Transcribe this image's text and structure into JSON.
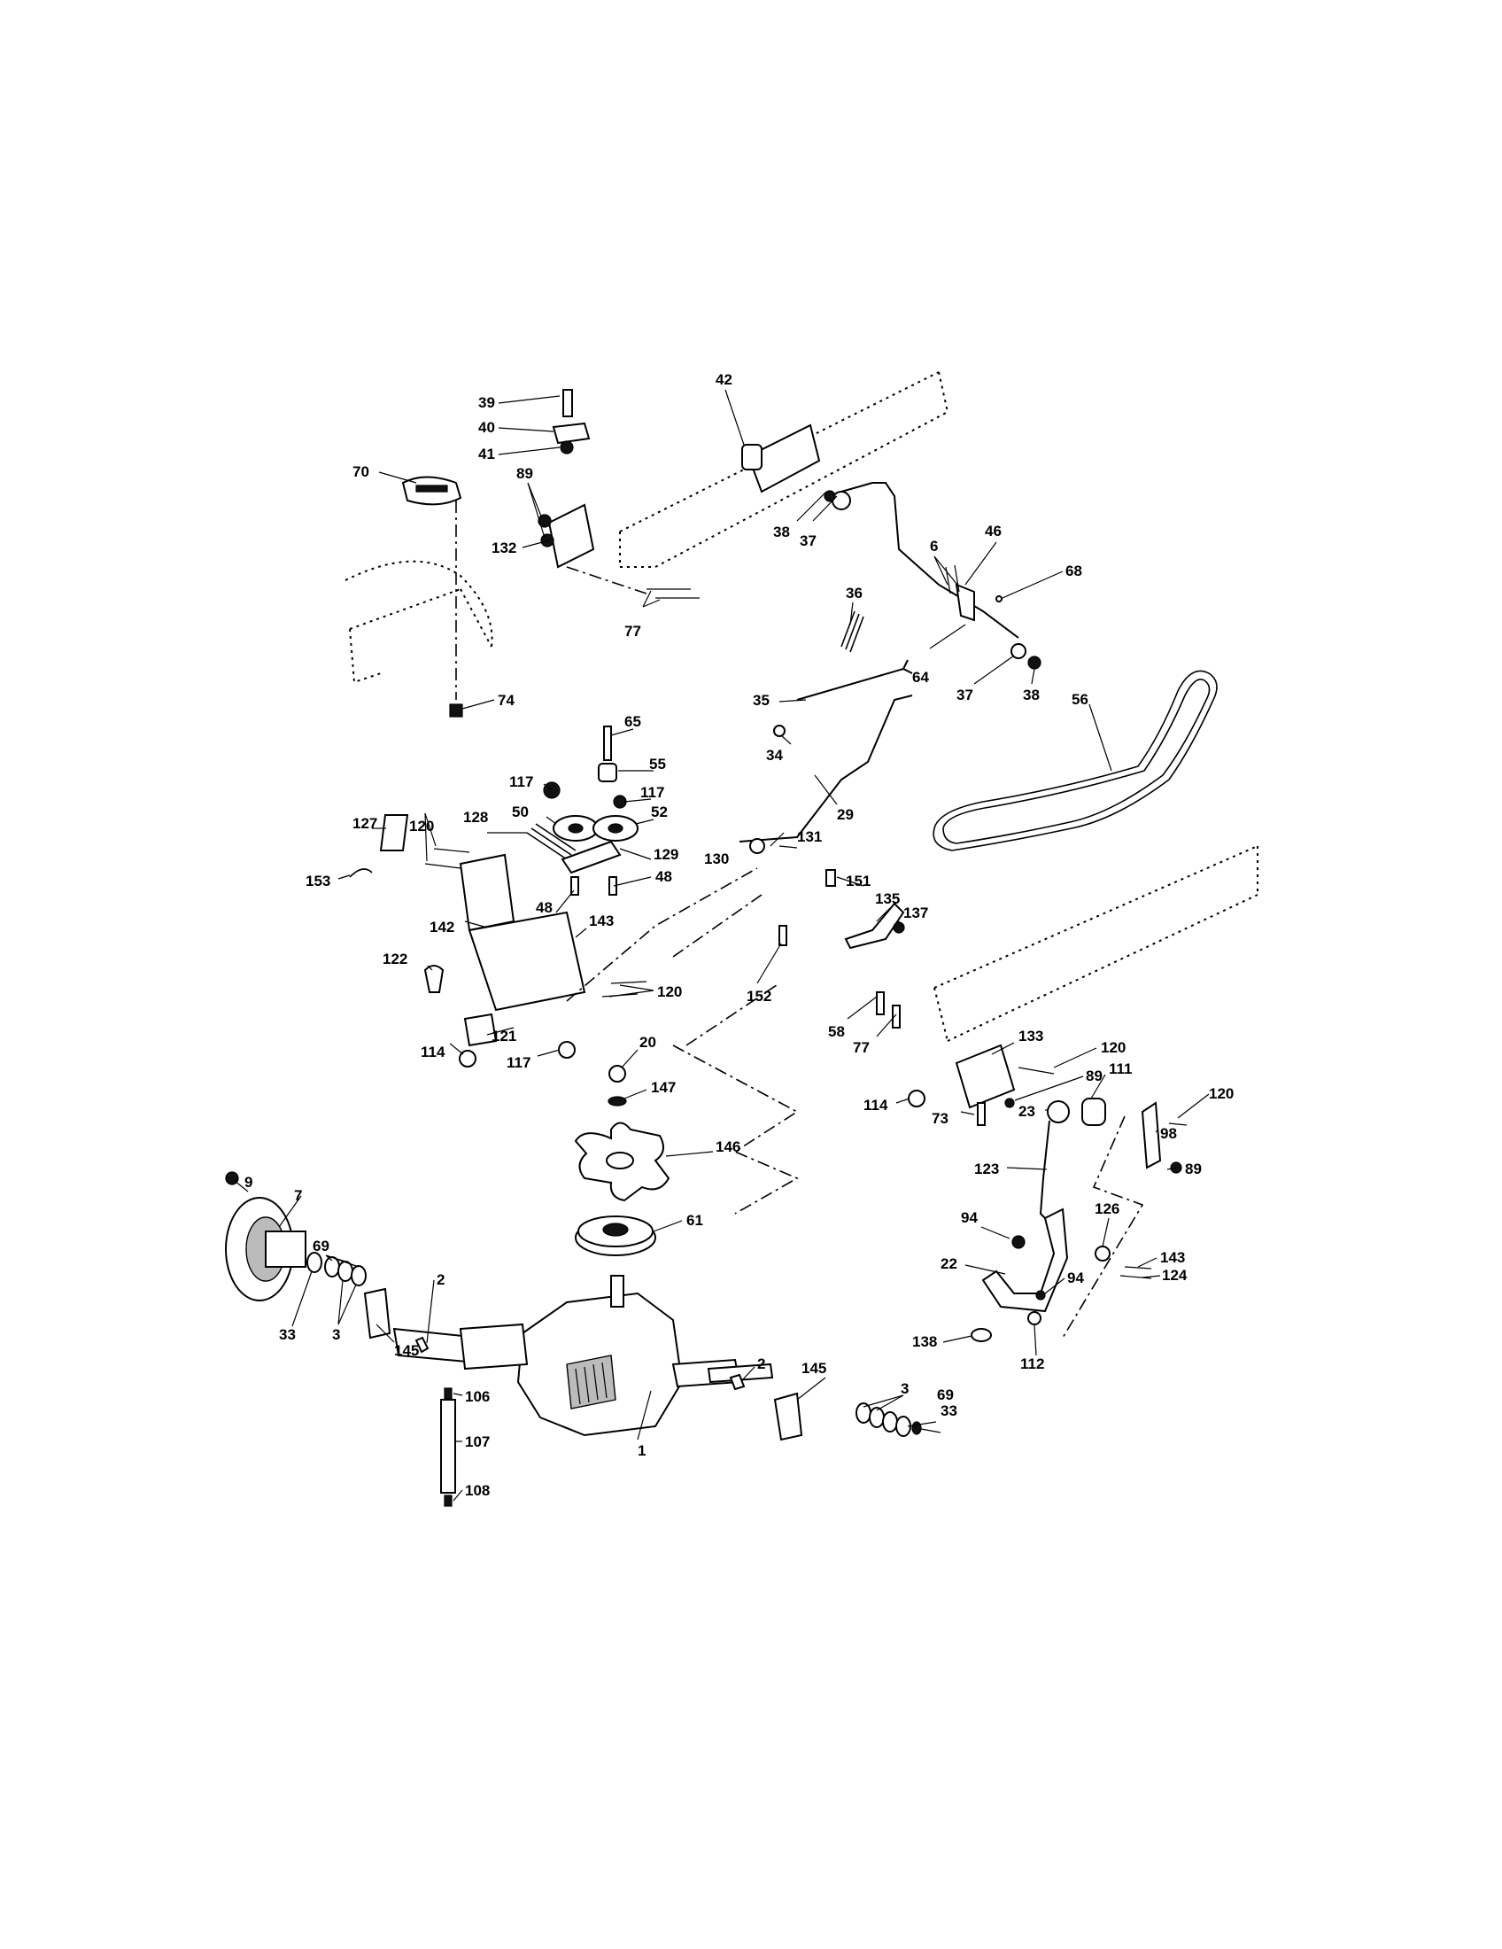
{
  "labels": [
    {
      "id": "39",
      "text": "39"
    },
    {
      "id": "40",
      "text": "40"
    },
    {
      "id": "41",
      "text": "41"
    },
    {
      "id": "42",
      "text": "42"
    },
    {
      "id": "70",
      "text": "70"
    },
    {
      "id": "89a",
      "text": "89"
    },
    {
      "id": "132",
      "text": "132"
    },
    {
      "id": "38a",
      "text": "38"
    },
    {
      "id": "37a",
      "text": "37"
    },
    {
      "id": "77a",
      "text": "77"
    },
    {
      "id": "6",
      "text": "6"
    },
    {
      "id": "46",
      "text": "46"
    },
    {
      "id": "68",
      "text": "68"
    },
    {
      "id": "36",
      "text": "36"
    },
    {
      "id": "64",
      "text": "64"
    },
    {
      "id": "37b",
      "text": "37"
    },
    {
      "id": "38b",
      "text": "38"
    },
    {
      "id": "74",
      "text": "74"
    },
    {
      "id": "35",
      "text": "35"
    },
    {
      "id": "56",
      "text": "56"
    },
    {
      "id": "65",
      "text": "65"
    },
    {
      "id": "34",
      "text": "34"
    },
    {
      "id": "55",
      "text": "55"
    },
    {
      "id": "117a",
      "text": "117"
    },
    {
      "id": "117b",
      "text": "117"
    },
    {
      "id": "50",
      "text": "50"
    },
    {
      "id": "52",
      "text": "52"
    },
    {
      "id": "29",
      "text": "29"
    },
    {
      "id": "127",
      "text": "127"
    },
    {
      "id": "120a",
      "text": "120"
    },
    {
      "id": "128",
      "text": "128"
    },
    {
      "id": "131",
      "text": "131"
    },
    {
      "id": "130",
      "text": "130"
    },
    {
      "id": "129",
      "text": "129"
    },
    {
      "id": "153",
      "text": "153"
    },
    {
      "id": "48a",
      "text": "48"
    },
    {
      "id": "48b",
      "text": "48"
    },
    {
      "id": "142",
      "text": "142"
    },
    {
      "id": "151",
      "text": "151"
    },
    {
      "id": "135",
      "text": "135"
    },
    {
      "id": "137",
      "text": "137"
    },
    {
      "id": "143a",
      "text": "143"
    },
    {
      "id": "122",
      "text": "122"
    },
    {
      "id": "120b",
      "text": "120"
    },
    {
      "id": "152",
      "text": "152"
    },
    {
      "id": "121",
      "text": "121"
    },
    {
      "id": "114a",
      "text": "114"
    },
    {
      "id": "117c",
      "text": "117"
    },
    {
      "id": "58",
      "text": "58"
    },
    {
      "id": "77b",
      "text": "77"
    },
    {
      "id": "133",
      "text": "133"
    },
    {
      "id": "20",
      "text": "20"
    },
    {
      "id": "120c",
      "text": "120"
    },
    {
      "id": "147",
      "text": "147"
    },
    {
      "id": "89b",
      "text": "89"
    },
    {
      "id": "111",
      "text": "111"
    },
    {
      "id": "114b",
      "text": "114"
    },
    {
      "id": "73",
      "text": "73"
    },
    {
      "id": "23",
      "text": "23"
    },
    {
      "id": "120d",
      "text": "120"
    },
    {
      "id": "98",
      "text": "98"
    },
    {
      "id": "146",
      "text": "146"
    },
    {
      "id": "89c",
      "text": "89"
    },
    {
      "id": "123",
      "text": "123"
    },
    {
      "id": "9",
      "text": "9"
    },
    {
      "id": "7",
      "text": "7"
    },
    {
      "id": "61",
      "text": "61"
    },
    {
      "id": "94a",
      "text": "94"
    },
    {
      "id": "126",
      "text": "126"
    },
    {
      "id": "69a",
      "text": "69"
    },
    {
      "id": "143b",
      "text": "143"
    },
    {
      "id": "22",
      "text": "22"
    },
    {
      "id": "124",
      "text": "124"
    },
    {
      "id": "2a",
      "text": "2"
    },
    {
      "id": "94b",
      "text": "94"
    },
    {
      "id": "33a",
      "text": "33"
    },
    {
      "id": "3a",
      "text": "3"
    },
    {
      "id": "145a",
      "text": "145"
    },
    {
      "id": "138",
      "text": "138"
    },
    {
      "id": "112",
      "text": "112"
    },
    {
      "id": "2b",
      "text": "2"
    },
    {
      "id": "145b",
      "text": "145"
    },
    {
      "id": "3b",
      "text": "3"
    },
    {
      "id": "69b",
      "text": "69"
    },
    {
      "id": "106",
      "text": "106"
    },
    {
      "id": "33b",
      "text": "33"
    },
    {
      "id": "107",
      "text": "107"
    },
    {
      "id": "1",
      "text": "1"
    },
    {
      "id": "108",
      "text": "108"
    }
  ]
}
